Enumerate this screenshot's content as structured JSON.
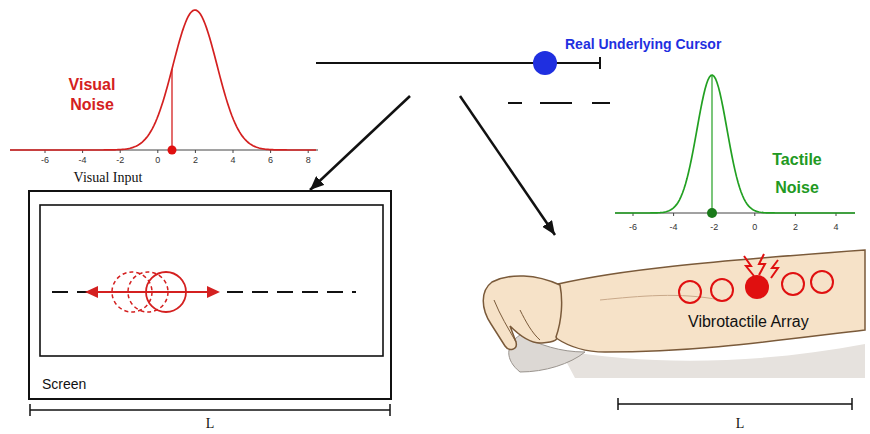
{
  "diagram": {
    "nodes": [
      {
        "text": [
          "Real Underlying Cursor"
        ]
      },
      {
        "text": [
          "Screen"
        ]
      },
      {
        "text": [
          "Vibrotactile Array"
        ]
      }
    ],
    "edges": [
      {
        "from": 0,
        "to": 1,
        "arrow": "to"
      },
      {
        "from": 0,
        "to": 2,
        "arrow": "to"
      }
    ],
    "labels": [
      "Visual Noise",
      "-6",
      "-4",
      "-2",
      "0",
      "2",
      "4",
      "6",
      "8",
      "Visual Input",
      "Tactile Noise",
      "-6",
      "-4",
      "-2",
      "0",
      "2",
      "4",
      "L",
      "L"
    ]
  }
}
